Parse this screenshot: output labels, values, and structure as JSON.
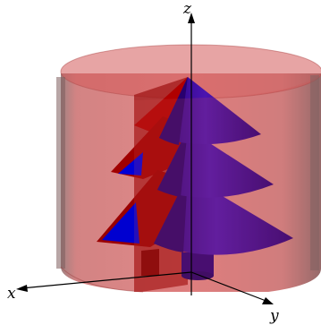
{
  "figure": {
    "axes": {
      "x_label": "x",
      "y_label": "y",
      "z_label": "z"
    },
    "colors": {
      "background": "#ffffff",
      "cylinder": "#c62828",
      "cylinder_side_dark": "#8a4a4a",
      "section": "#b00000",
      "tree": "#3a00a0",
      "tree_dark": "#220060",
      "tree_blue": "#0000d8",
      "axis": "#000000"
    }
  }
}
